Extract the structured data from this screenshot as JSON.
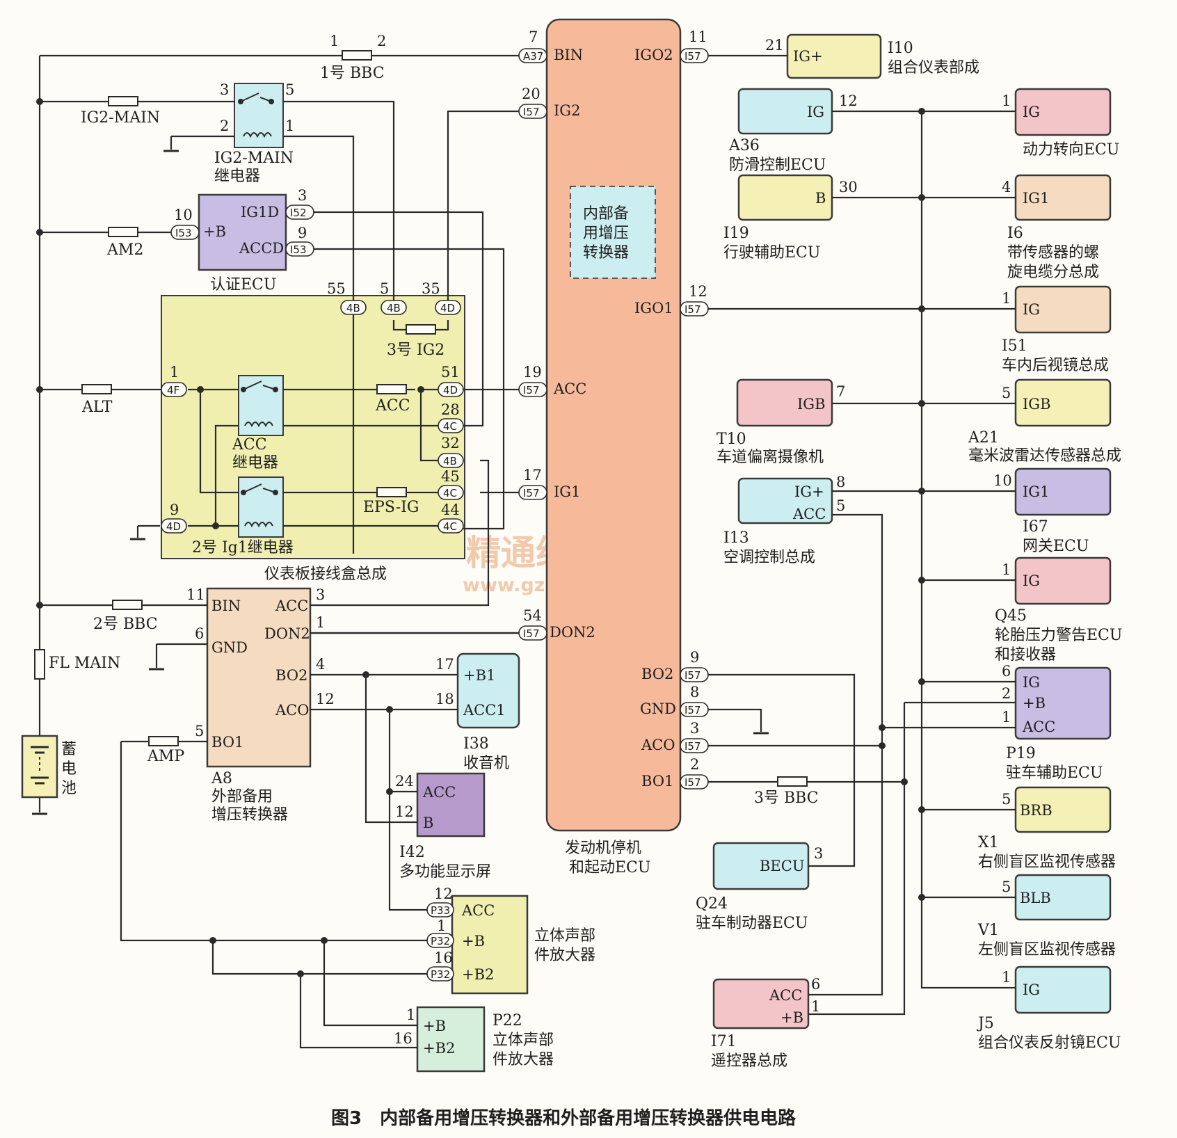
{
  "caption": "图3　内部备用增压转换器和外部备用增压转换器供电电路",
  "watermark": {
    "line1": "精通维修下载",
    "line2": "www.gzweix.com"
  },
  "colors": {
    "ecu": "#f6b99a",
    "panel": "#f0efb0",
    "pink": "#f3c4c8",
    "cyan": "#cdeef0",
    "lavender": "#c8bde3",
    "yellow": "#f5f1b6",
    "tan": "#f5dcc0",
    "purple": "#b69acc",
    "green": "#d6efdc"
  },
  "battery": {
    "label1": "蓄",
    "label2": "电",
    "label3": "池"
  },
  "fuses": {
    "bbc1": {
      "label": "1号 BBC",
      "pin_a": "1",
      "pin_b": "2"
    },
    "ig2main": {
      "label": "IG2-MAIN"
    },
    "am2": {
      "label": "AM2"
    },
    "alt": {
      "label": "ALT"
    },
    "bbc2": {
      "label": "2号 BBC"
    },
    "flmain": {
      "label": "FL MAIN"
    },
    "amp": {
      "label": "AMP"
    },
    "acc": {
      "label": "ACC"
    },
    "epsig": {
      "label": "EPS-IG"
    },
    "ig2no3": {
      "label": "3号 IG2"
    },
    "bbc3": {
      "label": "3号 BBC"
    }
  },
  "ig2_relay": {
    "label1": "IG2-MAIN",
    "label2": "继电器",
    "p3": "3",
    "p5": "5",
    "p2": "2",
    "p1": "1"
  },
  "auth_ecu": {
    "label": "认证ECU",
    "b": "+B",
    "ig1d": "IG1D",
    "accd": "ACCD",
    "c153": "I53",
    "c152": "I52",
    "c153b": "I53",
    "p10": "10",
    "p3": "3",
    "p9": "9"
  },
  "jb": {
    "label": "仪表板接线盒总成",
    "acc_relay1": "ACC",
    "acc_relay2": "继电器",
    "ig1_relay": "2号 Ig1继电器",
    "p55": "55",
    "p5": "5",
    "p35": "35",
    "p1": "1",
    "p51": "51",
    "p28": "28",
    "p32": "32",
    "p45": "45",
    "p44": "44",
    "p9": "9",
    "c4b": "4B",
    "c4d": "4D",
    "c4f": "4F",
    "c4c": "4C"
  },
  "ecu_main": {
    "title1": "发动机停机",
    "title2": "和起动ECU",
    "inner1": "内部备",
    "inner2": "用增压",
    "inner3": "转换器",
    "bin": "BIN",
    "ig2": "IG2",
    "acc": "ACC",
    "ig1": "IG1",
    "don2": "DON2",
    "igo2": "IGO2",
    "igo1": "IGO1",
    "bo2": "BO2",
    "gnd": "GND",
    "aco": "ACO",
    "bo1": "BO1",
    "c_a37": "A37",
    "c_i57": "I57",
    "p7": "7",
    "p20": "20",
    "p19": "19",
    "p17": "17",
    "p54": "54",
    "p11": "11",
    "p12": "12",
    "p9": "9",
    "p8": "8",
    "p3": "3",
    "p2": "2"
  },
  "a8": {
    "id": "A8",
    "name1": "外部备用",
    "name2": "增压转换器",
    "bin": "BIN",
    "gnd": "GND",
    "bo1": "BO1",
    "acc": "ACC",
    "don2": "DON2",
    "bo2": "BO2",
    "aco": "ACO",
    "p11": "11",
    "p6": "6",
    "p5": "5",
    "p3": "3",
    "p1": "1",
    "p4": "4",
    "p12": "12"
  },
  "i38": {
    "id": "I38",
    "name": "收音机",
    "b1": "+B1",
    "acc1": "ACC1",
    "p17": "17",
    "p18": "18"
  },
  "i42": {
    "id": "I42",
    "name": "多功能显示屏",
    "acc": "ACC",
    "b": "B",
    "p24": "24",
    "p12": "12"
  },
  "amp1": {
    "name1": "立体声部",
    "name2": "件放大器",
    "acc": "ACC",
    "b": "+B",
    "b2": "+B2",
    "c_p33": "P33",
    "c_p32": "P32",
    "p12": "12",
    "p1": "1",
    "p16": "16"
  },
  "p22": {
    "id": "P22",
    "name1": "立体声部",
    "name2": "件放大器",
    "b": "+B",
    "b2": "+B2",
    "p1": "1",
    "p16": "16"
  },
  "i10": {
    "id": "I10",
    "name": "组合仪表部成",
    "pin": "IG+",
    "p21": "21"
  },
  "a36": {
    "id": "A36",
    "name": "防滑控制ECU",
    "pin": "IG",
    "p12": "12"
  },
  "i19": {
    "id": "I19",
    "name": "行驶辅助ECU",
    "pin": "B",
    "p30": "30"
  },
  "t10": {
    "id": "T10",
    "name": "车道偏离摄像机",
    "pin": "IGB",
    "p7": "7"
  },
  "i13": {
    "id": "I13",
    "name": "空调控制总成",
    "ig": "IG+",
    "acc": "ACC",
    "p8": "8",
    "p5": "5"
  },
  "q24": {
    "id": "Q24",
    "name": "驻车制动器ECU",
    "pin": "BECU",
    "p3": "3"
  },
  "i71": {
    "id": "I71",
    "name": "遥控器总成",
    "acc": "ACC",
    "b": "+B",
    "p6": "6",
    "p1": "1"
  },
  "right": {
    "eps": {
      "name": "动力转向ECU",
      "pin": "IG",
      "p": "1"
    },
    "i6": {
      "id": "I6",
      "name1": "带传感器的螺",
      "name2": "旋电缆分总成",
      "pin": "IG1",
      "p": "4"
    },
    "i51": {
      "id": "I51",
      "name": "车内后视镜总成",
      "pin": "IG",
      "p": "1"
    },
    "a21": {
      "id": "A21",
      "name": "毫米波雷达传感器总成",
      "pin": "IGB",
      "p": "5"
    },
    "i67": {
      "id": "I67",
      "name": "网关ECU",
      "pin": "IG1",
      "p": "10"
    },
    "q45": {
      "id": "Q45",
      "name1": "轮胎压力警告ECU",
      "name2": "和接收器",
      "pin": "IG",
      "p": "1"
    },
    "p19": {
      "id": "P19",
      "name": "驻车辅助ECU",
      "ig": "IG",
      "b": "+B",
      "acc": "ACC",
      "p6": "6",
      "p2": "2",
      "p1": "1"
    },
    "x1": {
      "id": "X1",
      "name": "右侧盲区监视传感器",
      "pin": "BRB",
      "p": "5"
    },
    "v1": {
      "id": "V1",
      "name": "左侧盲区监视传感器",
      "pin": "BLB",
      "p": "5"
    },
    "j5": {
      "id": "J5",
      "name": "组合仪表反射镜ECU",
      "pin": "IG",
      "p": "1"
    }
  }
}
